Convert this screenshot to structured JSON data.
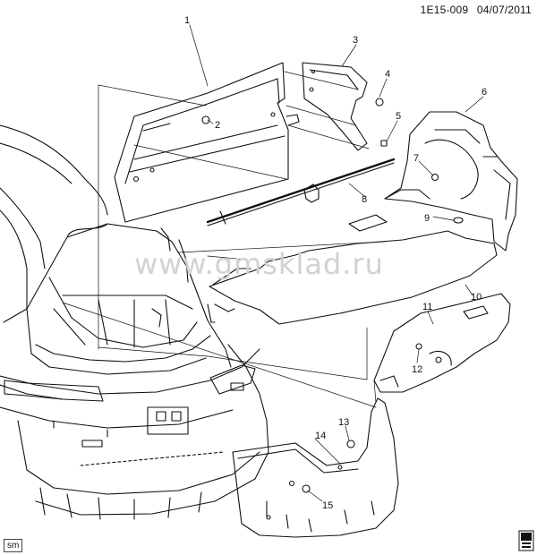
{
  "header": {
    "code": "1E15-009",
    "date": "04/07/2011"
  },
  "watermark": "www.gmsklad.ru",
  "badge": "sm",
  "icons": {
    "corner": "manual-book-icon"
  },
  "callouts": [
    "1",
    "2",
    "3",
    "4",
    "5",
    "6",
    "7",
    "8",
    "9",
    "10",
    "11",
    "12",
    "13",
    "14",
    "15"
  ]
}
